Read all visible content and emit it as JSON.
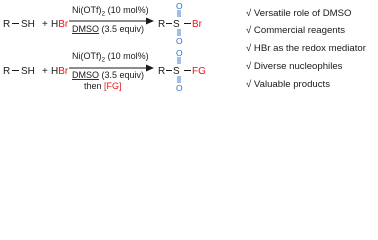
{
  "colors": {
    "black": "#1a1a1a",
    "red": "#e8131b",
    "blue": "#2d6fcf"
  },
  "reaction1": {
    "substrate": "R",
    "thiol_group": "SH",
    "plus": "+",
    "h_text": "H",
    "br_text": "Br",
    "catalyst": "Ni(OTf)",
    "catalyst_sub": "2",
    "catalyst_loading": " (10 mol%)",
    "oxidant_prefix": "DMSO",
    "oxidant_suffix": " (3.5 equiv)",
    "product_r": "R",
    "product_s": "S",
    "product_o_top": "O",
    "product_o_bottom": "O",
    "product_x": "Br"
  },
  "reaction2": {
    "substrate": "R",
    "thiol_group": "SH",
    "plus": "+",
    "h_text": "H",
    "br_text": "Br",
    "catalyst": "Ni(OTf)",
    "catalyst_sub": "2",
    "catalyst_loading": " (10 mol%)",
    "oxidant_prefix": "DMSO",
    "oxidant_suffix": " (3.5 equiv)",
    "then_text": "then ",
    "fg_reagent": "[FG]",
    "product_r": "R",
    "product_s": "S",
    "product_o_top": "O",
    "product_o_bottom": "O",
    "product_x": "FG"
  },
  "features": [
    "√ Versatile role of DMSO",
    "√ Commercial reagents",
    "√ HBr as the redox mediator",
    "√ Diverse nucleophiles",
    "√ Valuable products"
  ]
}
